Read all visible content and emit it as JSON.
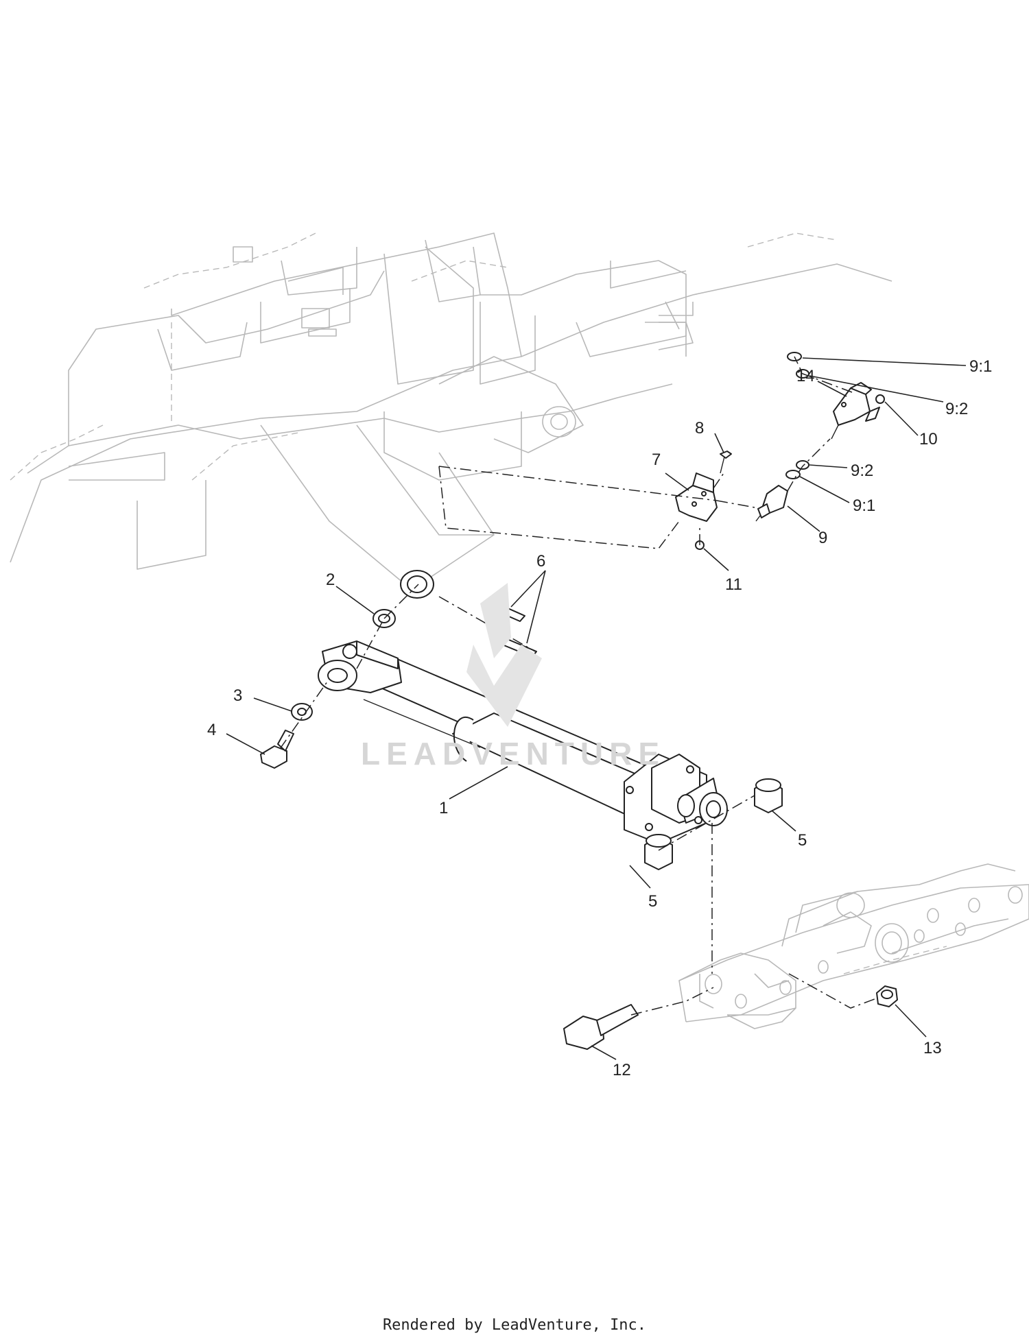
{
  "watermark": "LEADVENTURE",
  "footer": "Rendered by LeadVenture, Inc.",
  "callouts": [
    {
      "id": "c1",
      "text": "1"
    },
    {
      "id": "c2",
      "text": "2"
    },
    {
      "id": "c3",
      "text": "3"
    },
    {
      "id": "c4",
      "text": "4"
    },
    {
      "id": "c5a",
      "text": "5"
    },
    {
      "id": "c5b",
      "text": "5"
    },
    {
      "id": "c6",
      "text": "6"
    },
    {
      "id": "c7",
      "text": "7"
    },
    {
      "id": "c8",
      "text": "8"
    },
    {
      "id": "c9",
      "text": "9"
    },
    {
      "id": "c91a",
      "text": "9:1"
    },
    {
      "id": "c92a",
      "text": "9:2"
    },
    {
      "id": "c92b",
      "text": "9:2"
    },
    {
      "id": "c91b",
      "text": "9:1"
    },
    {
      "id": "c10",
      "text": "10"
    },
    {
      "id": "c11",
      "text": "11"
    },
    {
      "id": "c12",
      "text": "12"
    },
    {
      "id": "c13",
      "text": "13"
    },
    {
      "id": "c14",
      "text": "14"
    }
  ]
}
